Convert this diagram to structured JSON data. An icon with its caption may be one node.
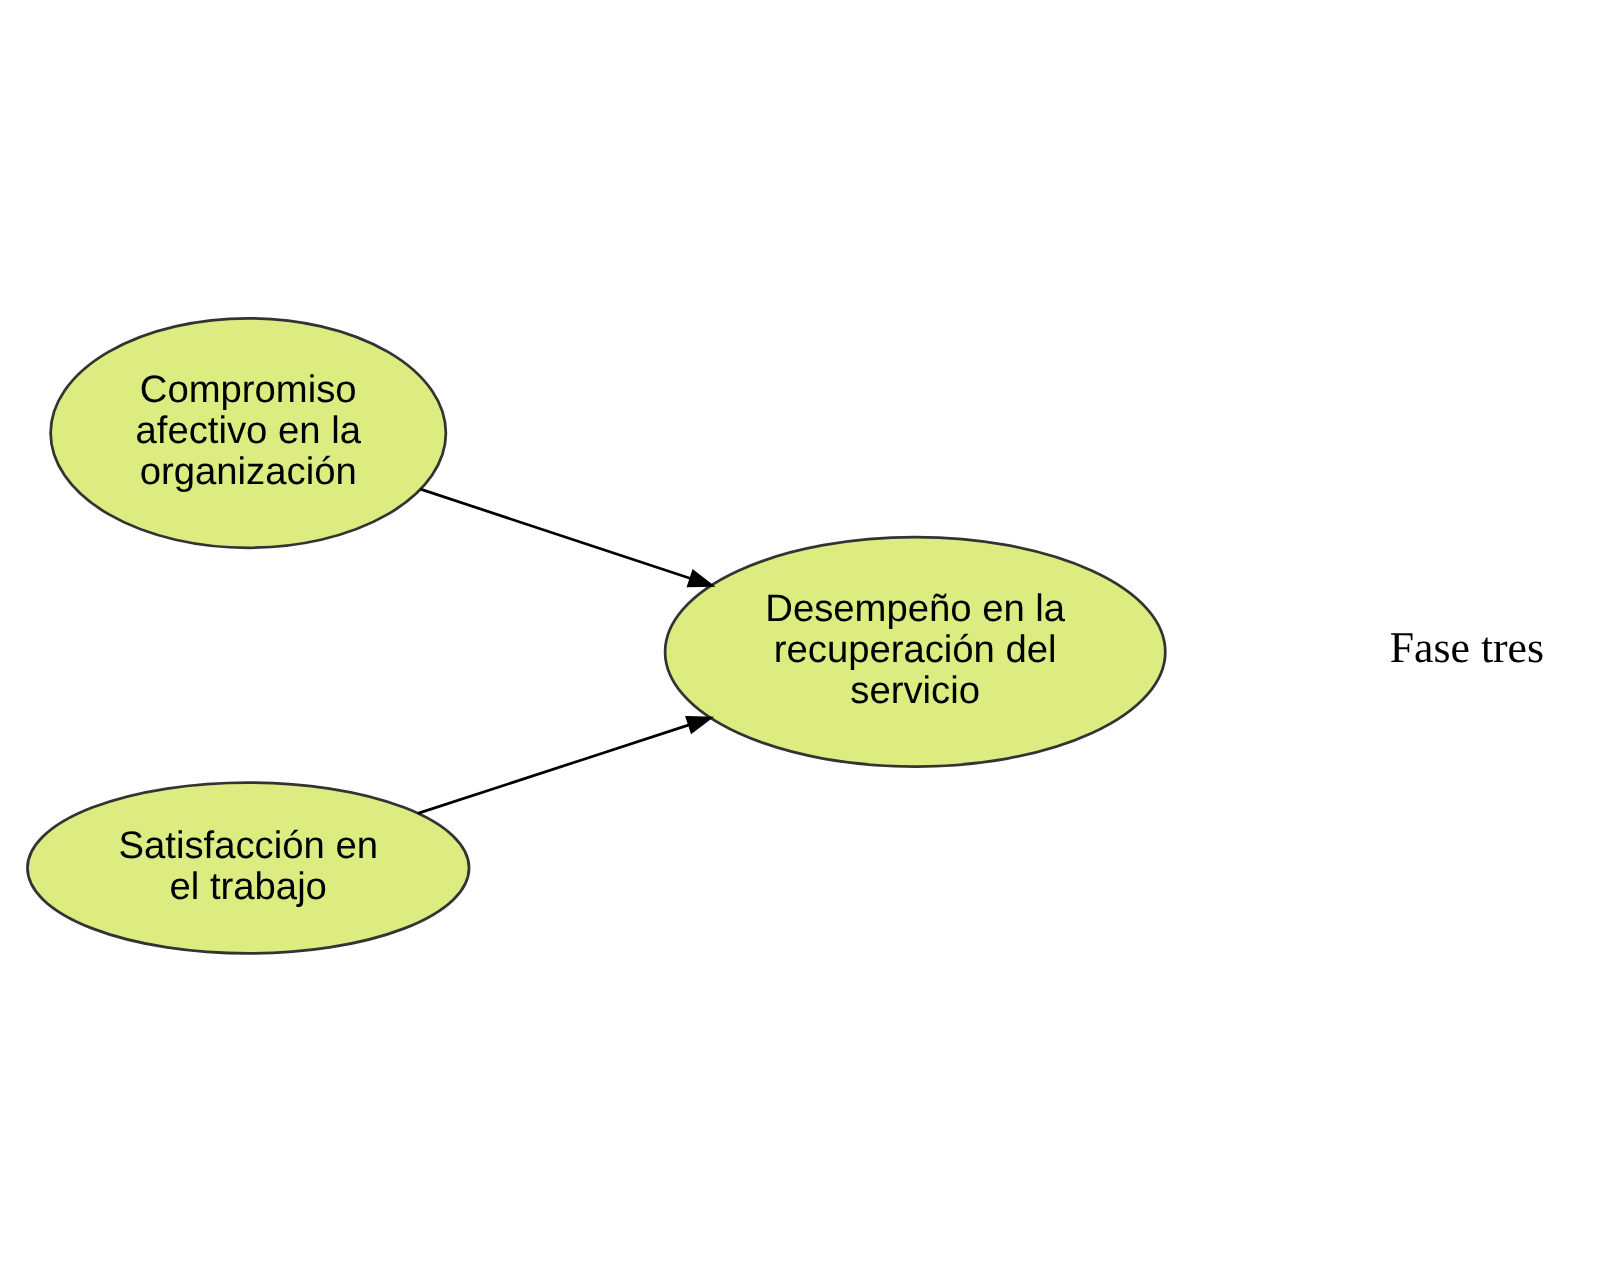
{
  "diagram": {
    "nodes": [
      {
        "text": [
          "Compromiso afectivo en la organización"
        ]
      },
      {
        "text": [
          "Desempeño en la recuperación del servicio"
        ]
      },
      {
        "text": [
          "Satisfacción en el trabajo"
        ]
      }
    ],
    "edges": [
      {
        "from": 0,
        "to": 1,
        "arrow": "to"
      },
      {
        "from": 2,
        "to": 1,
        "arrow": "to"
      }
    ],
    "labels": [
      "Fase tres"
    ]
  }
}
